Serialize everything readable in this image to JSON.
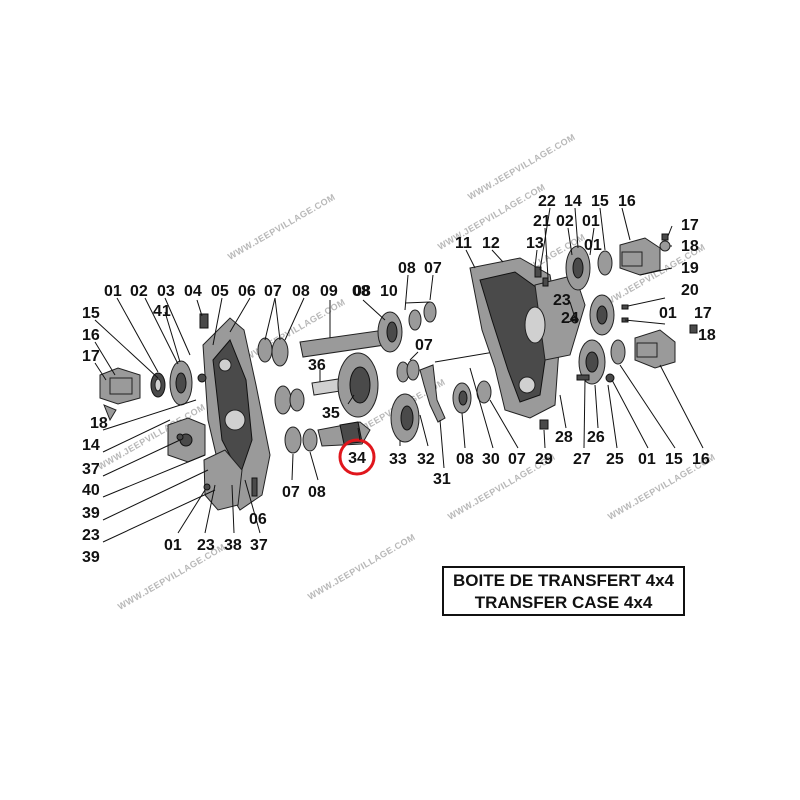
{
  "title": {
    "line1": "BOITE DE TRANSFERT 4x4",
    "line2": "TRANSFER CASE 4x4"
  },
  "watermark": "WWW.JEEPVILLAGE.COM",
  "highlight": {
    "label": "34",
    "color": "#e0161c"
  },
  "labels": [
    "01",
    "02",
    "03",
    "04",
    "05",
    "06",
    "07",
    "08",
    "09",
    "08",
    "10",
    "08",
    "07",
    "11",
    "12",
    "13",
    "22",
    "21",
    "02",
    "01",
    "14",
    "15",
    "16",
    "17",
    "18",
    "19",
    "20",
    "15",
    "16",
    "17",
    "18",
    "14",
    "37",
    "40",
    "39",
    "23",
    "39",
    "41",
    "01",
    "23",
    "38",
    "37",
    "06",
    "07",
    "08",
    "36",
    "35",
    "08",
    "07",
    "33",
    "32",
    "31",
    "08",
    "30",
    "07",
    "29",
    "28",
    "27",
    "26",
    "25",
    "01",
    "15",
    "16",
    "23",
    "24",
    "01",
    "01",
    "17",
    "18"
  ]
}
